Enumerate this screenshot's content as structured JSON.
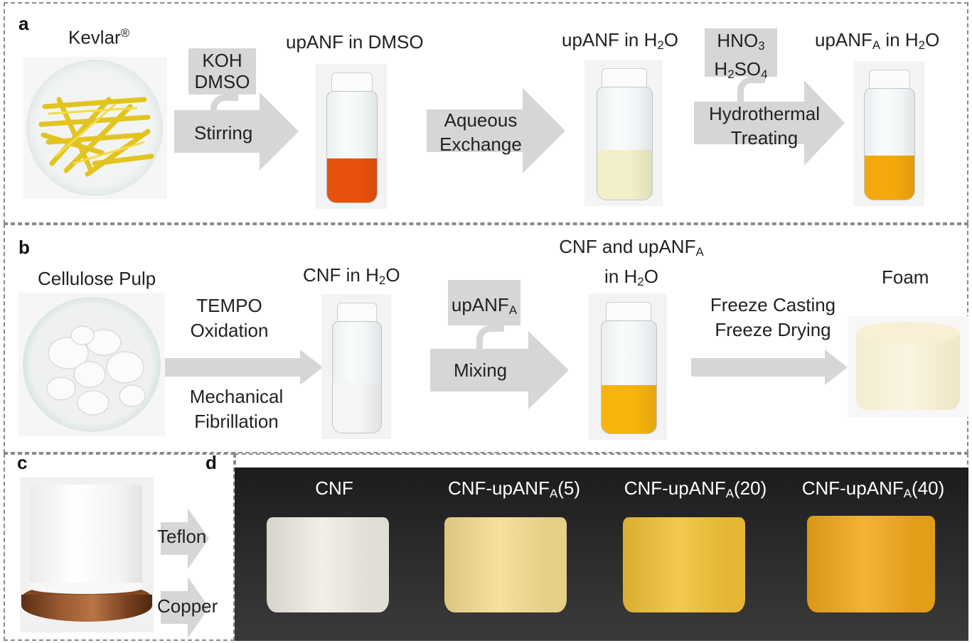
{
  "panels": {
    "a": {
      "label": "a"
    },
    "b": {
      "label": "b"
    },
    "c": {
      "label": "c"
    },
    "d": {
      "label": "d"
    }
  },
  "panel_a": {
    "kevlar": {
      "text": "Kevlar",
      "sup": "®"
    },
    "reagent1": {
      "line1": "KOH",
      "line2": "DMSO"
    },
    "step1": "Stirring",
    "vial1": {
      "text": "upANF in DMSO",
      "liquid_color": "#e9520c"
    },
    "step2": {
      "line1": "Aqueous",
      "line2": "Exchange"
    },
    "vial2": {
      "pre": "upANF in H",
      "sub": "2",
      "post": "O",
      "liquid_color": "#f1f0c8"
    },
    "reagent2": {
      "l1_pre": "HNO",
      "l1_sub": "3",
      "l2_pre": "H",
      "l2_sub1": "2",
      "l2_mid": "SO",
      "l2_sub2": "4"
    },
    "step3": {
      "line1": "Hydrothermal",
      "line2": "Treating"
    },
    "vial3": {
      "pre": "upANF",
      "sub_a": "A",
      "mid": " in H",
      "sub_2": "2",
      "post": "O",
      "liquid_color": "#f5a80c"
    }
  },
  "panel_b": {
    "pulp": "Cellulose Pulp",
    "step1": {
      "line1": "TEMPO",
      "line2": "Oxidation",
      "line3": "Mechanical",
      "line4": "Fibrillation"
    },
    "vial1": {
      "pre": "CNF in H",
      "sub": "2",
      "post": "O",
      "liquid_color": "#f4f5f4"
    },
    "reagent": {
      "pre": "upANF",
      "sub": "A"
    },
    "step2": "Mixing",
    "vial2": {
      "l1_pre": "CNF and upANF",
      "l1_sub": "A",
      "l2_pre": "in H",
      "l2_sub": "2",
      "l2_post": "O",
      "liquid_color": "#f6b40d"
    },
    "step3": {
      "line1": "Freeze Casting",
      "line2": "Freeze Drying"
    },
    "foam": "Foam"
  },
  "panel_c": {
    "teflon": "Teflon",
    "copper": "Copper"
  },
  "panel_d": {
    "samples": [
      {
        "pre": "CNF",
        "sub": "",
        "post": "",
        "color": "#efece4"
      },
      {
        "pre": "CNF-upANF",
        "sub": "A",
        "post": "(5)",
        "color": "#f4dc8e"
      },
      {
        "pre": "CNF-upANF",
        "sub": "A",
        "post": "(20)",
        "color": "#f2c136"
      },
      {
        "pre": "CNF-upANF",
        "sub": "A",
        "post": "(40)",
        "color": "#f0a81a"
      }
    ]
  }
}
